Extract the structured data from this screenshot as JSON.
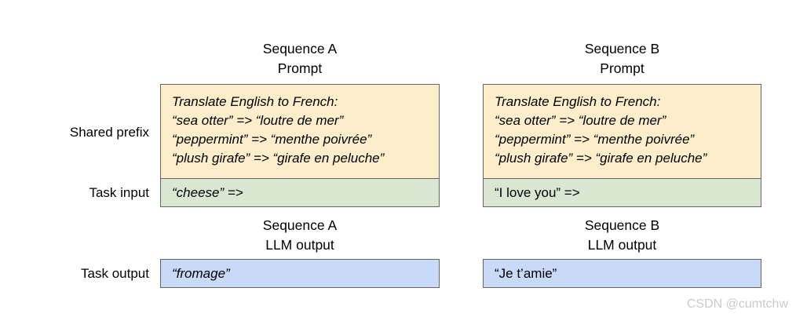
{
  "figure": {
    "side_labels": {
      "shared_prefix": "Shared prefix",
      "task_input": "Task input",
      "task_output": "Task output"
    },
    "columns": [
      {
        "prompt_header": [
          "Sequence A",
          "Prompt"
        ],
        "output_header": [
          "Sequence A",
          "LLM output"
        ],
        "prompt_lines": [
          "Translate English to French:",
          "“sea otter” => “loutre de mer”",
          "“peppermint” => “menthe poivrée”",
          "“plush girafe” => “girafe en peluche”"
        ],
        "task_input": "“cheese” =>",
        "task_input_style": "font-style:italic",
        "task_output": "“fromage”",
        "task_output_style": "font-style:italic"
      },
      {
        "prompt_header": [
          "Sequence B",
          "Prompt"
        ],
        "output_header": [
          "Sequence B",
          "LLM output"
        ],
        "prompt_lines": [
          "Translate English to French:",
          "“sea otter” => “loutre de mer”",
          "“peppermint” => “menthe poivrée”",
          "“plush girafe” => “girafe en peluche”"
        ],
        "task_input": "“I love you” =>",
        "task_input_style": "font-style:normal",
        "task_output": "“Je t’amie”",
        "task_output_style": "font-style:normal"
      }
    ],
    "colors": {
      "prompt_fill": "#FCEECB",
      "input_fill": "#D9E7D2",
      "output_fill": "#C9DAF8",
      "border": "#666666",
      "watermark_color": "#CBCBCB"
    },
    "watermark": "CSDN @cumtchw"
  }
}
